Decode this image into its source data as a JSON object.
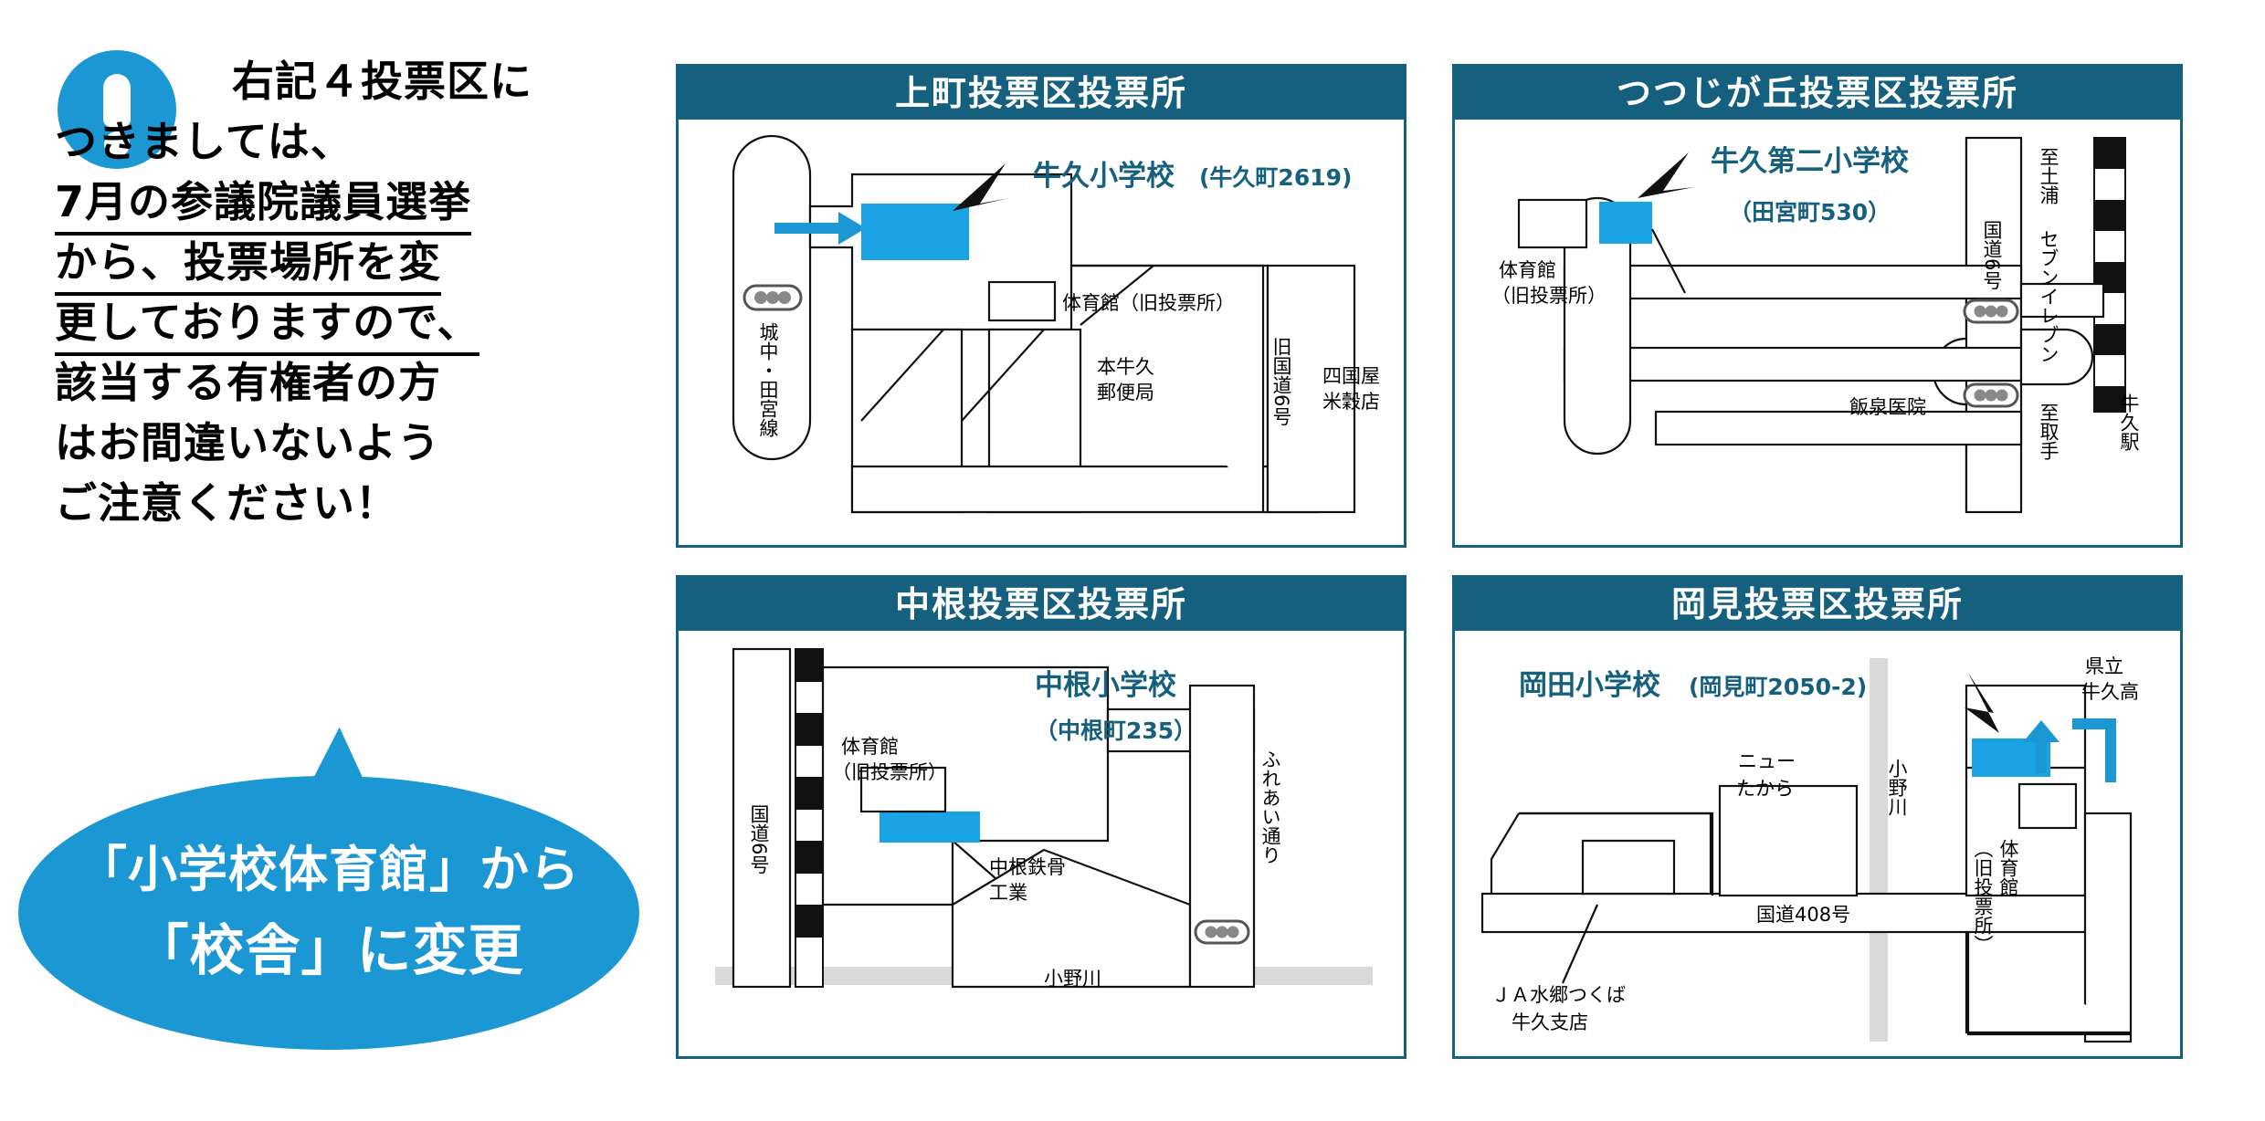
{
  "notice": {
    "icon": "exclamation-circle-icon",
    "lines": [
      {
        "text": "右記４投票区に",
        "indent": true,
        "underline": false
      },
      {
        "text": "つきましては、",
        "indent": false,
        "underline": false
      },
      {
        "text": "7月の参議院議員選挙",
        "indent": false,
        "underline": true
      },
      {
        "text": "から、投票場所を変",
        "indent": false,
        "underline": true
      },
      {
        "text": "更しておりますので、",
        "indent": false,
        "underline": true
      },
      {
        "text": "該当する有権者の方",
        "indent": false,
        "underline": false
      },
      {
        "text": "はお間違いないよう",
        "indent": false,
        "underline": false
      },
      {
        "text": "ご注意ください！",
        "indent": false,
        "underline": false
      }
    ]
  },
  "bubble": {
    "line1": "「小学校体育館」から",
    "line2": "「校舎」に変更"
  },
  "colors": {
    "header_teal": "#15607f",
    "accent_blue": "#1b97d4",
    "building_blue": "#19a3e4",
    "river_gray": "#d9d9d9"
  },
  "panels": [
    {
      "id": "kanmachi",
      "title": "上町投票区投票所",
      "school": "牛久小学校",
      "school_address": "(牛久町2619)",
      "labels": [
        "体育館（旧投票所）",
        "城中・田宮線",
        "本牛久郵便局",
        "旧国道6号",
        "四国屋米穀店"
      ]
    },
    {
      "id": "tsutsujigaoka",
      "title": "つつじが丘投票区投票所",
      "school": "牛久第二小学校",
      "school_address": "（田宮町530）",
      "labels": [
        "体育館（旧投票所）",
        "国道6号",
        "至土浦",
        "セブンイレブン",
        "飯泉医院",
        "至取手",
        "牛久駅"
      ]
    },
    {
      "id": "nakane",
      "title": "中根投票区投票所",
      "school": "中根小学校",
      "school_address": "（中根町235）",
      "labels": [
        "体育館（旧投票所）",
        "国道6号",
        "中根鉄骨工業",
        "ふれあい通り",
        "小野川"
      ]
    },
    {
      "id": "okami",
      "title": "岡見投票区投票所",
      "school": "岡田小学校",
      "school_address": "(岡見町2050-2)",
      "labels": [
        "県立牛久高",
        "ニューたから",
        "小野川",
        "国道408号",
        "体育館（旧投票所）",
        "JA水郷つくば牛久支店"
      ]
    }
  ]
}
